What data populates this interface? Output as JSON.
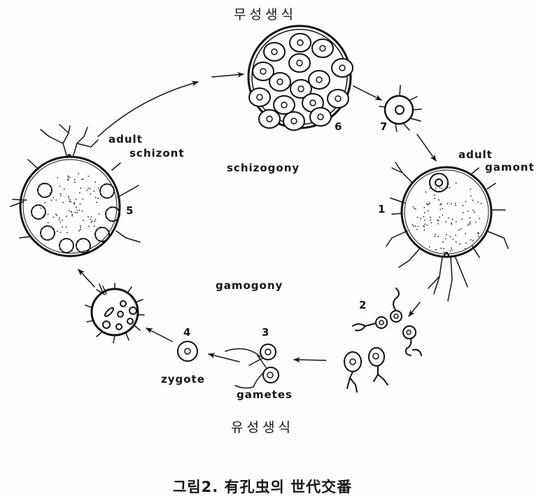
{
  "title_top": "무성생식",
  "title_bottom": "유성생식",
  "caption": "그림2. 有孔虫의 世代交番",
  "phases": {
    "asexual": "schizogony",
    "sexual": "gamogony"
  },
  "stages": [
    {
      "number": "1",
      "label_line1": "adult",
      "label_line2": "gamont"
    },
    {
      "number": "2",
      "label_line1": "",
      "label_line2": ""
    },
    {
      "number": "3",
      "label_line1": "gametes",
      "label_line2": ""
    },
    {
      "number": "4",
      "label_line1": "zygote",
      "label_line2": ""
    },
    {
      "number": "5",
      "label_line1": "adult",
      "label_line2": "schizont"
    },
    {
      "number": "6",
      "label_line1": "",
      "label_line2": ""
    },
    {
      "number": "7",
      "label_line1": "",
      "label_line2": ""
    }
  ],
  "colors": {
    "ink": "#111111",
    "background": "#fdfdfd"
  }
}
